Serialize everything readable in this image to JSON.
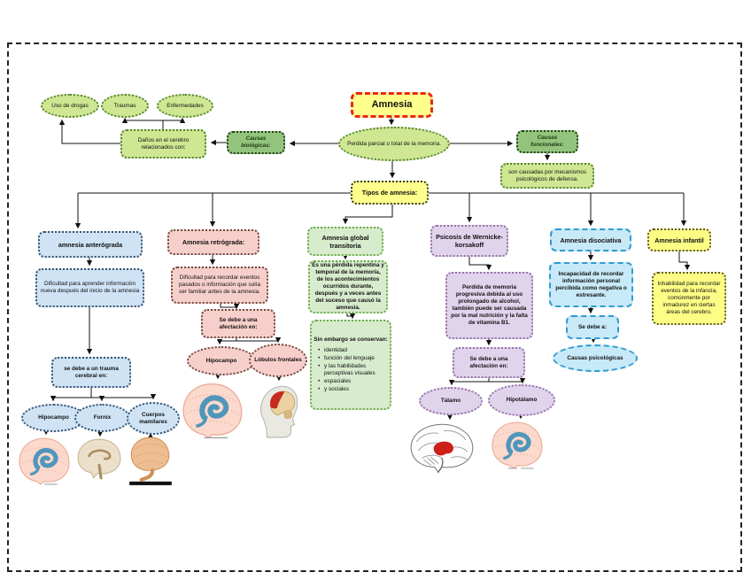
{
  "root": {
    "label": "Amnesia"
  },
  "definition": {
    "label": "Perdida parcial o total de la memoria."
  },
  "types_label": "Tipos de amnesia:",
  "biological_causes": {
    "label": "Causas biológicas:",
    "damage": "Daños en el cerebro relacionados con:",
    "factors": [
      "Uso de drogas",
      "Traumas",
      "Enfermedades"
    ]
  },
  "functional_causes": {
    "label": "Causas funcionales:",
    "description": "son causadas por mecanismos psicológicos de defensa."
  },
  "anterograde": {
    "title": "amnesia anterógrada",
    "description": "Dificultad para aprender información nueva después del inicio de la amnesia",
    "cause": "se debe a un trauma cerebral en:",
    "areas": [
      "Hipocampo",
      "Fornix",
      "Cuerpos mamilares"
    ]
  },
  "retrograde": {
    "title": "Amnesia retrógrada:",
    "description": "Dificultad para recordar eventos pasados o información que solía ser familiar antes de la amnesia.",
    "cause": "Se debe a una afectación en:",
    "areas": [
      "Hipocampo",
      "Lóbulos frontales"
    ]
  },
  "global_transient": {
    "title": "Amnesia global transitoria",
    "description": "Es una pérdida repentina y temporal de la memoria, de los acontecimientos ocurridos durante, después y a veces antes del suceso que causó la amnesia.",
    "preserved_title": "Sin embargo se conservan:",
    "preserved": [
      "identidad",
      "función del lenguaje",
      "y las habilidades perceptivas visuales",
      "espaciales",
      "y sociales"
    ]
  },
  "wernicke": {
    "title": "Psicosis de Wernicke-korsakoff",
    "description": "Perdida de memoria progresiva debida al uso prolongado de alcohol, también puede ser causada por la mal nutrición y la falta de vitamina B1.",
    "cause": "Se debe a una afectación en:",
    "areas": [
      "Tálamo",
      "Hipotálamo"
    ]
  },
  "dissociative": {
    "title": "Amnesia disociativa",
    "description": "Incapacidad de recordar información personal percibida como negativa o estresante.",
    "cause": "Se debe a:",
    "areas": [
      "Causas psicológicas"
    ]
  },
  "infantile": {
    "title": "Amnesia infantil",
    "description": "Inhabilidad para recordar eventos de la infancia, comúnmente por inmadurez en ciertas áreas del cerebro."
  },
  "images": {
    "anterograde": [
      "hippocampus-highlight-brain",
      "fornix-sagittal-brain",
      "mammillary-bodies-brain"
    ],
    "retrograde": [
      "hippocampus-highlight-brain",
      "frontal-lobe-head-profile"
    ],
    "wernicke": [
      "thalamus-sketch-brain",
      "hypothalamus-highlight-brain"
    ]
  },
  "palette": {
    "light_green": "#cfe792",
    "dark_green": "#93c47d",
    "yellow": "#ffff8c",
    "red_border": "#e8281e",
    "blue": "#cfe3f5",
    "cyan_border": "#2f9bd0",
    "pink": "#f7cfca",
    "mint_green": "#d7ebcd",
    "lavender": "#e0d3ec",
    "pale_yellow": "#fdfd86"
  }
}
